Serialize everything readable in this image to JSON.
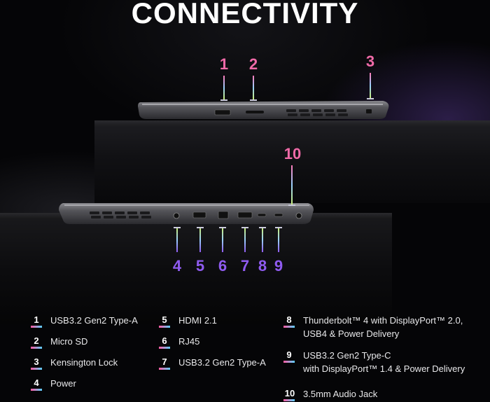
{
  "title": "CONNECTIVITY",
  "callouts": {
    "top": [
      "1",
      "2",
      "3",
      "10"
    ],
    "bottom": [
      "4",
      "5",
      "6",
      "7",
      "8",
      "9"
    ]
  },
  "legend": [
    {
      "num": "1",
      "lines": [
        "USB3.2 Gen2 Type-A"
      ]
    },
    {
      "num": "2",
      "lines": [
        "Micro SD"
      ]
    },
    {
      "num": "3",
      "lines": [
        "Kensington Lock"
      ]
    },
    {
      "num": "4",
      "lines": [
        "Power"
      ]
    },
    {
      "num": "5",
      "lines": [
        "HDMI 2.1"
      ]
    },
    {
      "num": "6",
      "lines": [
        "RJ45"
      ]
    },
    {
      "num": "7",
      "lines": [
        "USB3.2 Gen2 Type-A"
      ]
    },
    {
      "num": "8",
      "lines": [
        "Thunderbolt™ 4 with DisplayPort™ 2.0,",
        "USB4 &  Power Delivery"
      ]
    },
    {
      "num": "9",
      "lines": [
        "USB3.2 Gen2 Type-C",
        "with DisplayPort™ 1.4 & Power Delivery"
      ]
    },
    {
      "num": "10",
      "lines": [
        "3.5mm Audio Jack"
      ]
    }
  ],
  "colors": {
    "callout_top": "#f06aa8",
    "callout_bottom": "#8f5bf0",
    "background": "#050507"
  }
}
